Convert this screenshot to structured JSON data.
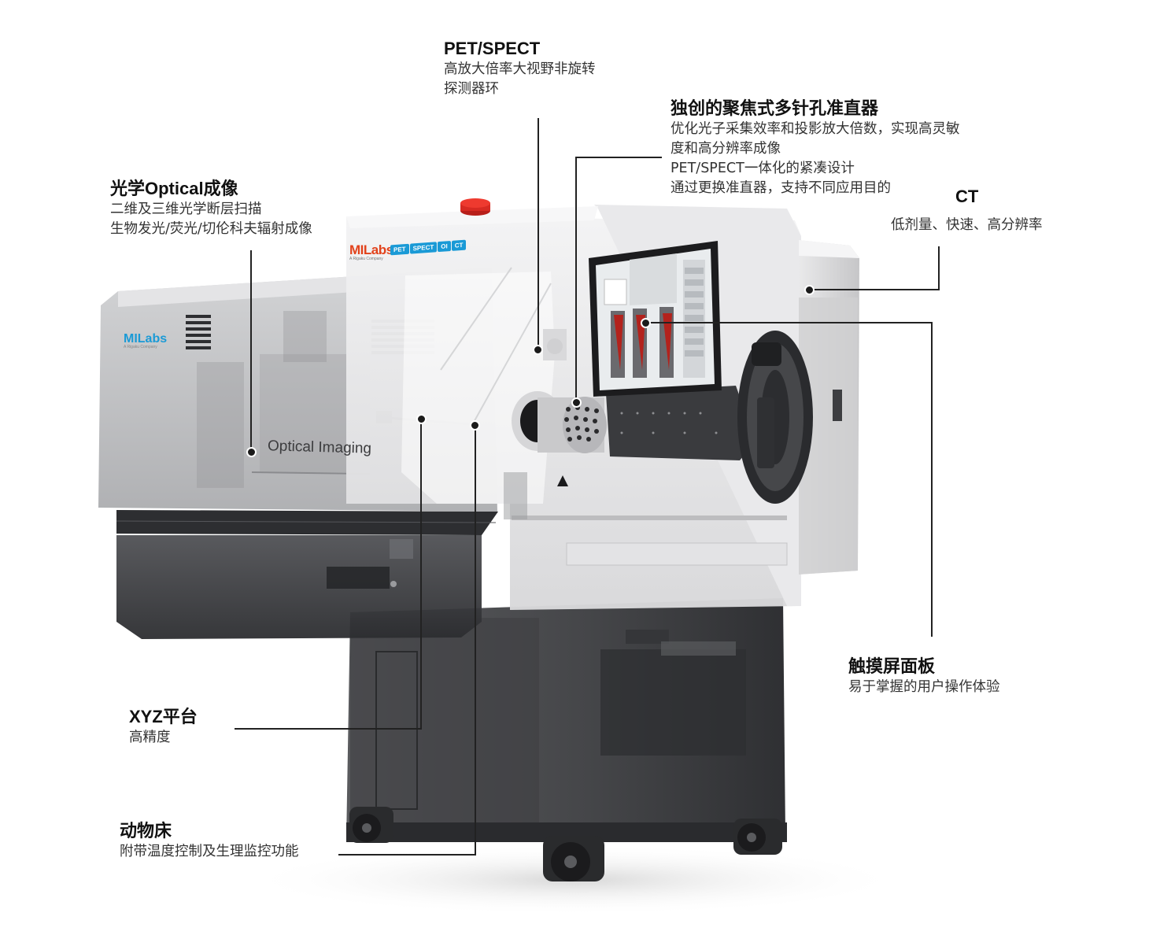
{
  "machine": {
    "brand_logo_main": "MILabs",
    "brand_logo_sub": "A Rigaku Company",
    "brand_badges": [
      "PET",
      "SPECT",
      "OI",
      "CT"
    ],
    "left_logo": "MILabs",
    "optical_label": "Optical Imaging"
  },
  "callouts": {
    "pet_spect": {
      "title": "PET/SPECT",
      "lines": [
        "高放大倍率大视野非旋转",
        "探测器环"
      ]
    },
    "collimator": {
      "title": "独创的聚焦式多针孔准直器",
      "lines": [
        "优化光子采集效率和投影放大倍数，实现高灵敏",
        "度和高分辨率成像",
        "PET/SPECT一体化的紧凑设计",
        "通过更换准直器，支持不同应用目的"
      ]
    },
    "optical": {
      "title": "光学Optical成像",
      "lines": [
        "二维及三维光学断层扫描",
        "生物发光/荧光/切伦科夫辐射成像"
      ]
    },
    "ct": {
      "title": "CT",
      "lines": [
        "低剂量、快速、高分辨率"
      ]
    },
    "touch": {
      "title": "触摸屏面板",
      "lines": [
        "易于掌握的用户操作体验"
      ]
    },
    "xyz": {
      "title": "XYZ平台",
      "lines": [
        "高精度"
      ]
    },
    "bed": {
      "title": "动物床",
      "lines": [
        "附带温度控制及生理监控功能"
      ]
    }
  },
  "colors": {
    "logo_red": "#e2421b",
    "logo_blue": "#1a9ad6",
    "panel": "#e6e6e8",
    "cabinet": "#48494c"
  }
}
